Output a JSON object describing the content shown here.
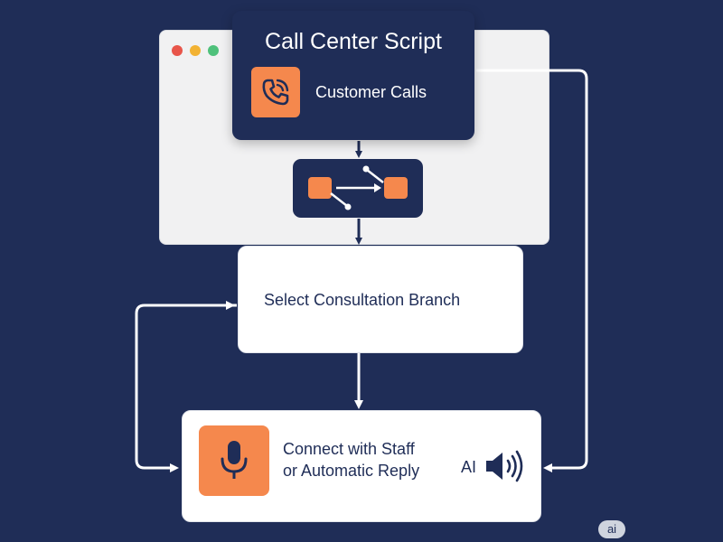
{
  "title": "Call Center Script",
  "top_step": {
    "label": "Customer Calls",
    "icon": "phone-icon"
  },
  "router": {
    "icon": "routing-icon"
  },
  "middle_step": {
    "label": "Select Consultation Branch"
  },
  "bottom_step": {
    "line1": "Connect with Staff",
    "line2": "or Automatic Reply",
    "ai_label": "AI",
    "icon": "microphone-icon",
    "speaker_icon": "speaker-icon"
  },
  "badge": "ai",
  "colors": {
    "background": "#1f2d57",
    "accent": "#f5884d",
    "card": "#ffffff",
    "browser": "#f1f1f2"
  }
}
